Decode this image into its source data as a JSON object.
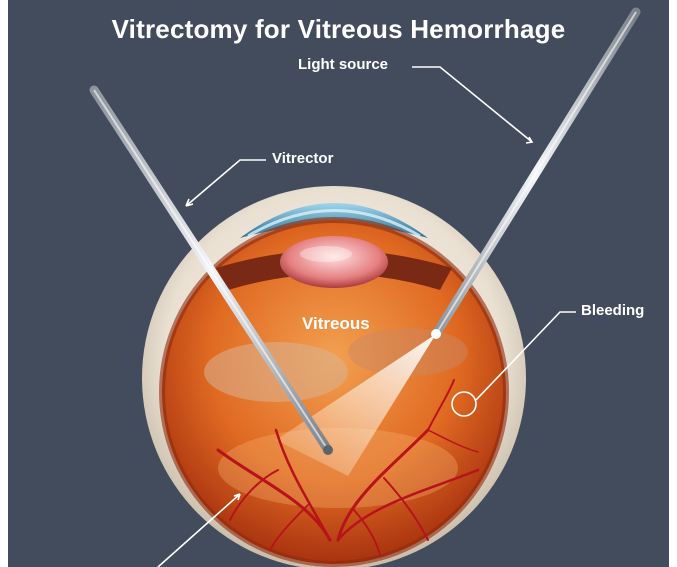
{
  "title": "Vitrectomy for Vitreous Hemorrhage",
  "labels": {
    "light_source": "Light source",
    "vitrector": "Vitrector",
    "bleeding": "Bleeding",
    "vitreous": "Vitreous"
  },
  "colors": {
    "background": "#434c5d",
    "sclera": "#ece4d8",
    "vitreous": "#e06a22",
    "blood_vessel": "#b8121a",
    "instrument": "#d7dbe0",
    "label_text": "#ffffff"
  },
  "instruments": [
    "vitrector",
    "light-source"
  ]
}
